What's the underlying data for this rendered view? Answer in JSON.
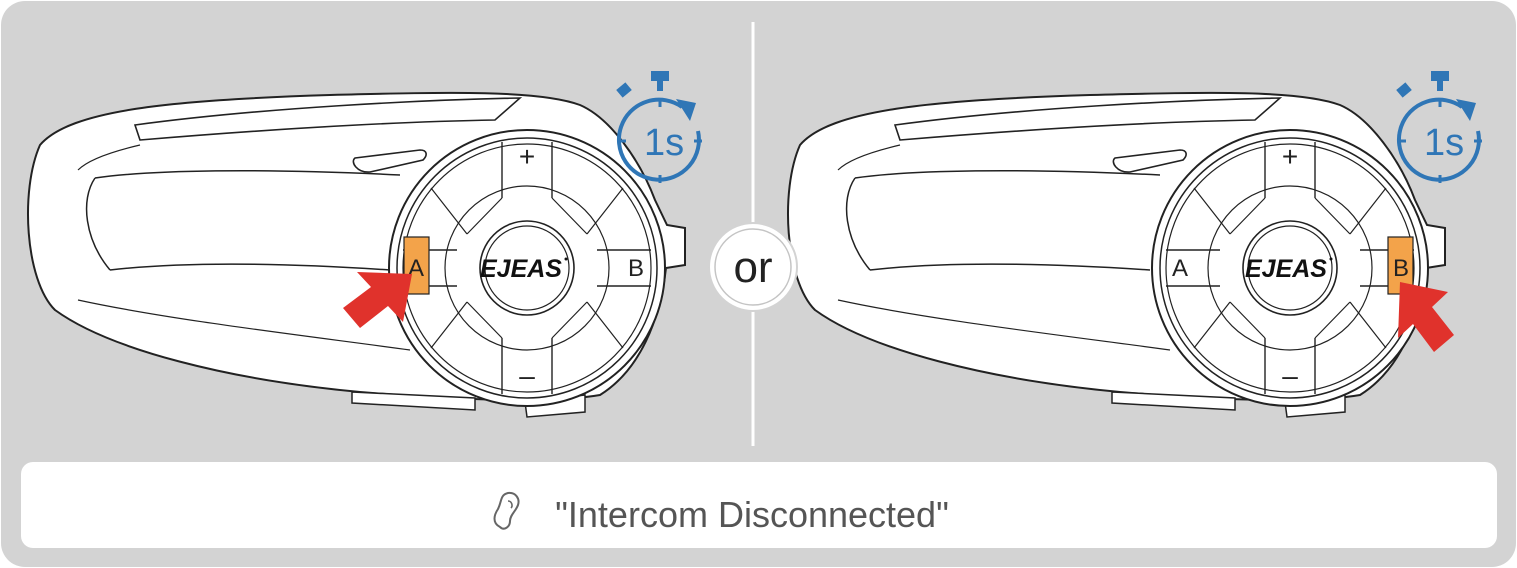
{
  "separator_label": "or",
  "caption": {
    "icon": "ear-icon",
    "text": "\"Intercom Disconnected\""
  },
  "devices": [
    {
      "id": "left",
      "brand": "EJEAS",
      "buttons": {
        "plus": "+",
        "minus": "–",
        "a": "A",
        "b": "B"
      },
      "highlighted_button": "A",
      "timer_label": "1s"
    },
    {
      "id": "right",
      "brand": "EJEAS",
      "buttons": {
        "plus": "+",
        "minus": "–",
        "a": "A",
        "b": "B"
      },
      "highlighted_button": "B",
      "timer_label": "1s"
    }
  ],
  "colors": {
    "panel_bg": "#d3d3d3",
    "highlight": "#f3a34a",
    "arrow": "#e0322c",
    "timer": "#2f76b6",
    "outline": "#222222",
    "caption_text": "#555555"
  }
}
